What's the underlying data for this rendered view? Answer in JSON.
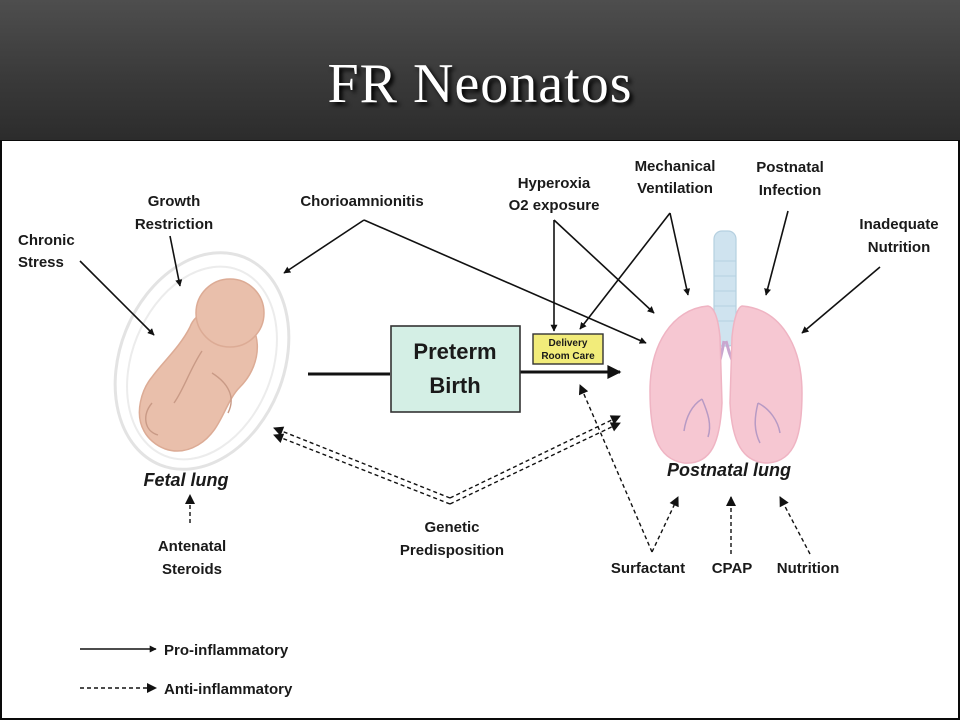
{
  "slide": {
    "title": "FR Neonatos"
  },
  "diagram": {
    "chronic_stress": [
      "Chronic",
      "Stress"
    ],
    "growth_restriction": [
      "Growth",
      "Restriction"
    ],
    "chorioamnionitis": "Chorioamnionitis",
    "hyperoxia": [
      "Hyperoxia",
      "O2 exposure"
    ],
    "mechanical_ventilation": [
      "Mechanical",
      "Ventilation"
    ],
    "postnatal_infection": [
      "Postnatal",
      "Infection"
    ],
    "inadequate_nutrition": [
      "Inadequate",
      "Nutrition"
    ],
    "preterm_birth": [
      "Preterm",
      "Birth"
    ],
    "delivery_room_care": [
      "Delivery",
      "Room Care"
    ],
    "fetal_lung": "Fetal lung",
    "postnatal_lung": "Postnatal lung",
    "antenatal_steroids": [
      "Antenatal",
      "Steroids"
    ],
    "genetic_predisposition": [
      "Genetic",
      "Predisposition"
    ],
    "surfactant": "Surfactant",
    "cpap": "CPAP",
    "nutrition": "Nutrition"
  },
  "legend": {
    "pro_inflammatory": "Pro-inflammatory",
    "anti_inflammatory": "Anti-inflammatory"
  },
  "colors": {
    "preterm_box_fill": "#d4efe5",
    "delivery_box_fill": "#f2ec7a",
    "fetus_fill": "#e9bfab",
    "lung_fill": "#f6c7d2",
    "trachea_fill": "#cfe3ef"
  }
}
